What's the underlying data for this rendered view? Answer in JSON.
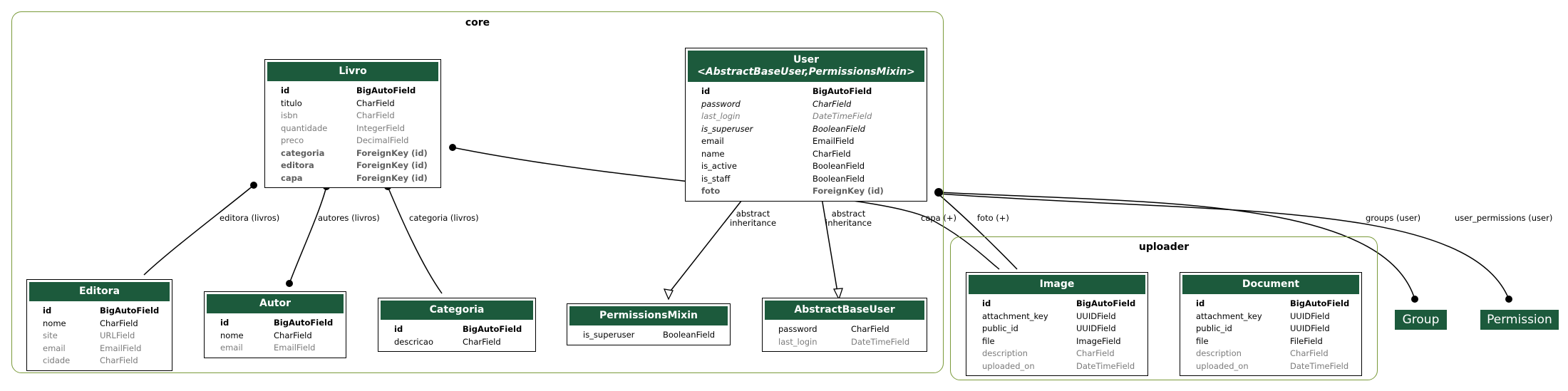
{
  "clusters": {
    "core": "core",
    "uploader": "uploader"
  },
  "entities": {
    "livro": {
      "title": "Livro",
      "fields": [
        [
          "id",
          "BigAutoField",
          "b"
        ],
        [
          "titulo",
          "CharField",
          ""
        ],
        [
          "isbn",
          "CharField",
          "g"
        ],
        [
          "quantidade",
          "IntegerField",
          "g"
        ],
        [
          "preco",
          "DecimalField",
          "g"
        ],
        [
          "categoria",
          "ForeignKey (id)",
          "g b"
        ],
        [
          "editora",
          "ForeignKey (id)",
          "g b"
        ],
        [
          "capa",
          "ForeignKey (id)",
          "g b"
        ]
      ]
    },
    "user": {
      "title": "User",
      "subtitle": "<AbstractBaseUser,PermissionsMixin>",
      "fields": [
        [
          "id",
          "BigAutoField",
          "b"
        ],
        [
          "password",
          "CharField",
          "i"
        ],
        [
          "last_login",
          "DateTimeField",
          "g i"
        ],
        [
          "is_superuser",
          "BooleanField",
          "i"
        ],
        [
          "email",
          "EmailField",
          ""
        ],
        [
          "name",
          "CharField",
          ""
        ],
        [
          "is_active",
          "BooleanField",
          ""
        ],
        [
          "is_staff",
          "BooleanField",
          ""
        ],
        [
          "foto",
          "ForeignKey (id)",
          "g b"
        ]
      ]
    },
    "editora": {
      "title": "Editora",
      "fields": [
        [
          "id",
          "BigAutoField",
          "b"
        ],
        [
          "nome",
          "CharField",
          ""
        ],
        [
          "site",
          "URLField",
          "g"
        ],
        [
          "email",
          "EmailField",
          "g"
        ],
        [
          "cidade",
          "CharField",
          "g"
        ]
      ]
    },
    "autor": {
      "title": "Autor",
      "fields": [
        [
          "id",
          "BigAutoField",
          "b"
        ],
        [
          "nome",
          "CharField",
          ""
        ],
        [
          "email",
          "EmailField",
          "g"
        ]
      ]
    },
    "categoria": {
      "title": "Categoria",
      "fields": [
        [
          "id",
          "BigAutoField",
          "b"
        ],
        [
          "descricao",
          "CharField",
          ""
        ]
      ]
    },
    "permissionsmixin": {
      "title": "PermissionsMixin",
      "fields": [
        [
          "is_superuser",
          "BooleanField",
          ""
        ]
      ]
    },
    "abstractbaseuser": {
      "title": "AbstractBaseUser",
      "fields": [
        [
          "password",
          "CharField",
          ""
        ],
        [
          "last_login",
          "DateTimeField",
          "g"
        ]
      ]
    },
    "image": {
      "title": "Image",
      "fields": [
        [
          "id",
          "BigAutoField",
          "b"
        ],
        [
          "attachment_key",
          "UUIDField",
          ""
        ],
        [
          "public_id",
          "UUIDField",
          ""
        ],
        [
          "file",
          "ImageField",
          ""
        ],
        [
          "description",
          "CharField",
          "g"
        ],
        [
          "uploaded_on",
          "DateTimeField",
          "g"
        ]
      ]
    },
    "document": {
      "title": "Document",
      "fields": [
        [
          "id",
          "BigAutoField",
          "b"
        ],
        [
          "attachment_key",
          "UUIDField",
          ""
        ],
        [
          "public_id",
          "UUIDField",
          ""
        ],
        [
          "file",
          "FileField",
          ""
        ],
        [
          "description",
          "CharField",
          "g"
        ],
        [
          "uploaded_on",
          "DateTimeField",
          "g"
        ]
      ]
    }
  },
  "external": {
    "group": "Group",
    "permission": "Permission"
  },
  "edge_labels": {
    "editora": "editora (livros)",
    "autores": "autores (livros)",
    "categoria": "categoria (livros)",
    "inherit1a": "abstract",
    "inherit1b": "inheritance",
    "inherit2a": "abstract",
    "inherit2b": "inheritance",
    "capa": "capa (+)",
    "foto": "foto (+)",
    "groups": "groups (user)",
    "user_permissions": "user_permissions (user)"
  },
  "colors": {
    "header": "#1c5a3c",
    "cluster_border": "#7a9a3a"
  }
}
